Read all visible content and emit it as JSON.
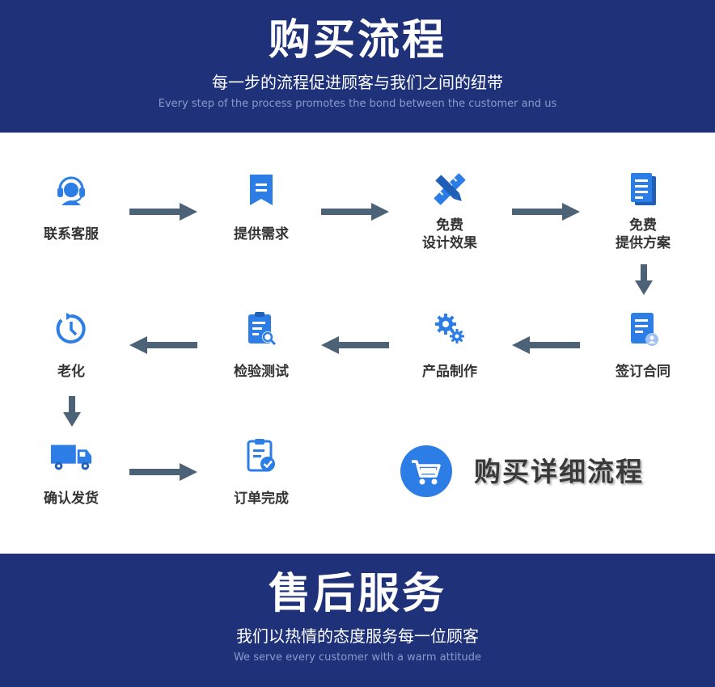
{
  "header": {
    "title": "购买流程",
    "subtitle": "每一步的流程促进顾客与我们之间的纽带",
    "subtitle_en": "Every step of the process promotes the bond between the customer and us"
  },
  "steps": [
    {
      "line1": "联系客服",
      "icon": "customer-service-icon"
    },
    {
      "line1": "提供需求",
      "icon": "bookmark-icon"
    },
    {
      "line1": "免费",
      "line2": "设计效果",
      "icon": "pencil-ruler-icon"
    },
    {
      "line1": "免费",
      "line2": "提供方案",
      "icon": "document-icon"
    },
    {
      "line1": "签订合同",
      "icon": "contract-user-icon"
    },
    {
      "line1": "产品制作",
      "icon": "gears-icon"
    },
    {
      "line1": "检验测试",
      "icon": "clipboard-search-icon"
    },
    {
      "line1": "老化",
      "icon": "clock-refresh-icon"
    },
    {
      "line1": "确认发货",
      "icon": "truck-icon"
    },
    {
      "line1": "订单完成",
      "icon": "clipboard-check-icon"
    }
  ],
  "detail": {
    "title": "购买详细流程",
    "icon": "shopping-cart-icon"
  },
  "footer": {
    "title": "售后服务",
    "subtitle": "我们以热情的态度服务每一位顾客",
    "subtitle_en": "We serve every customer with a warm attitude"
  },
  "colors": {
    "banner_bg": "#1e3179",
    "icon_blue": "#2c7de6",
    "arrow": "#4c6377",
    "label": "#333333"
  }
}
